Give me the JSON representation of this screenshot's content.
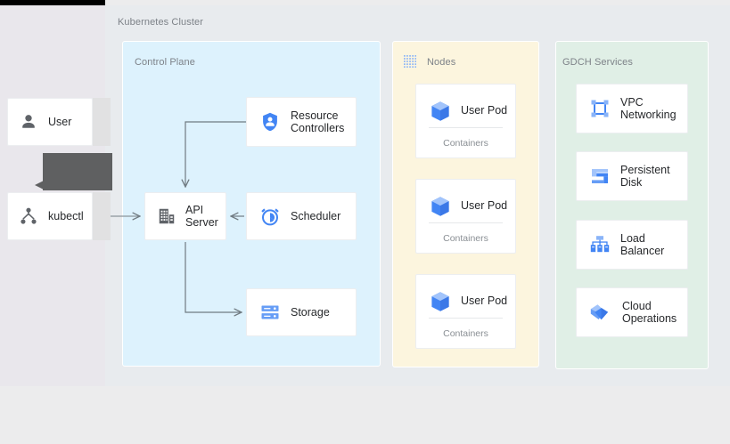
{
  "diagram": {
    "title": "Kubernetes Cluster",
    "colors": {
      "control_plane_bg": "#ddf2fd",
      "nodes_bg": "#fcf5de",
      "gdch_bg": "#e0efe6",
      "canvas_bg": "#e8ebee",
      "page_bg": "#ececed",
      "accent_blue": "#4285f4",
      "accent_blue_light": "#8ab4f8",
      "icon_dark": "#5f6368",
      "connector": "#707b82",
      "label_text": "#7d8288",
      "card_text": "#26282b"
    }
  },
  "panels": {
    "control_plane": {
      "label": "Control Plane"
    },
    "nodes": {
      "label": "Nodes",
      "icon": "dotted-grid-icon"
    },
    "gdch": {
      "label": "GDCH Services"
    }
  },
  "actors": [
    {
      "id": "user",
      "label": "User",
      "icon": "person-icon"
    },
    {
      "id": "kubectl",
      "label": "kubectl",
      "icon": "account-tree-icon"
    }
  ],
  "tooltip": {
    "text": ""
  },
  "control_plane_nodes": [
    {
      "id": "resource-controllers",
      "label": "Resource\nControllers",
      "icon": "shield-person-icon"
    },
    {
      "id": "api-server",
      "label": "API\nServer",
      "icon": "server-building-icon"
    },
    {
      "id": "scheduler",
      "label": "Scheduler",
      "icon": "alarm-clock-icon"
    },
    {
      "id": "storage",
      "label": "Storage",
      "icon": "storage-rack-icon"
    }
  ],
  "pods": [
    {
      "id": "pod-1",
      "label": "User Pod",
      "sublabel": "Containers",
      "icon": "cube-icon"
    },
    {
      "id": "pod-2",
      "label": "User Pod",
      "sublabel": "Containers",
      "icon": "cube-icon"
    },
    {
      "id": "pod-3",
      "label": "User Pod",
      "sublabel": "Containers",
      "icon": "cube-icon"
    }
  ],
  "gdch_services": [
    {
      "id": "vpc-networking",
      "label": "VPC\nNetworking",
      "icon": "vpc-network-icon"
    },
    {
      "id": "persistent-disk",
      "label": "Persistent\nDisk",
      "icon": "persistent-disk-icon"
    },
    {
      "id": "load-balancer",
      "label": "Load\nBalancer",
      "icon": "load-balancer-icon"
    },
    {
      "id": "cloud-operations",
      "label": "Cloud\nOperations",
      "icon": "cloud-operations-icon"
    }
  ],
  "connectors": [
    {
      "from": "kubectl",
      "to": "api-server",
      "direction": "right"
    },
    {
      "from": "resource-controllers",
      "to": "api-server",
      "direction": "down"
    },
    {
      "from": "scheduler",
      "to": "api-server",
      "direction": "left"
    },
    {
      "from": "api-server",
      "to": "storage",
      "direction": "right"
    }
  ]
}
